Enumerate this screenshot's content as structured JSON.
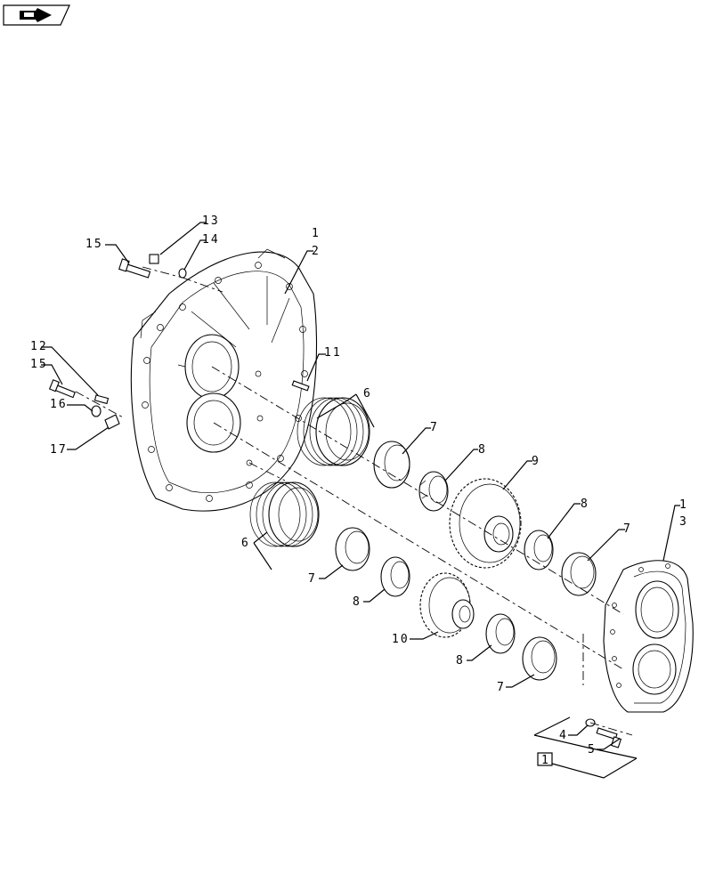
{
  "nav_icon": {
    "name": "next-page-arrow-icon"
  },
  "callouts": {
    "c1_top": "1",
    "c2": "2",
    "c13": "13",
    "c14": "14",
    "c15_top": "15",
    "c11": "11",
    "c12": "12",
    "c15_mid": "15",
    "c16": "16",
    "c17": "17",
    "c6_top": "6",
    "c6_bot": "6",
    "c7_top": "7",
    "c8_top": "8",
    "c9": "9",
    "c8_right": "8",
    "c7_right": "7",
    "c1_right": "1",
    "c3": "3",
    "c7_mid": "7",
    "c8_mid": "8",
    "c10": "10",
    "c8_low": "8",
    "c7_low": "7",
    "c4": "4",
    "c5": "5",
    "kit_box": "1"
  }
}
